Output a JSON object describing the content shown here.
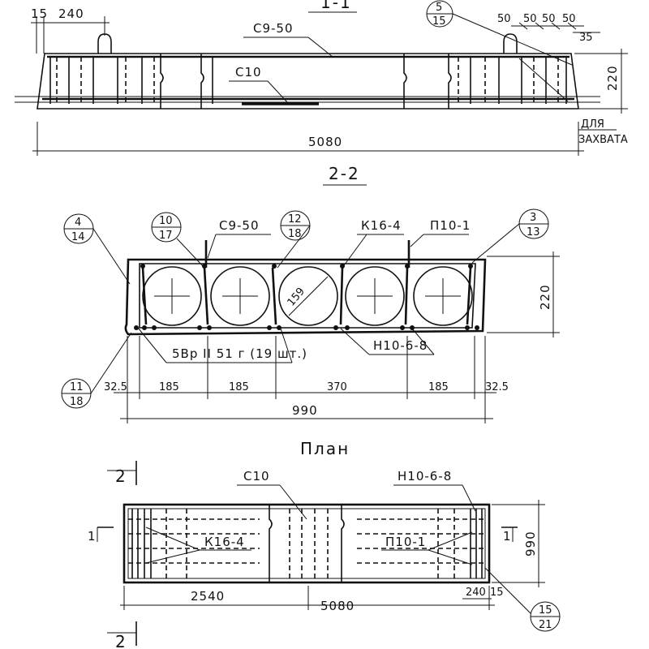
{
  "section_1": {
    "title": "1-1",
    "dim_15": "15",
    "dim_240": "240",
    "mesh_top": "С9-50",
    "mesh_bottom": "С10",
    "callout_top": "5",
    "callout_bottom": "15",
    "dims_50": [
      "50",
      "50",
      "50",
      "50"
    ],
    "dim_35": "35",
    "dim_height": "220",
    "dim_length": "5080",
    "note_line1": "ДЛЯ",
    "note_line2": "ЗАХВАТА"
  },
  "section_2": {
    "title": "2-2",
    "callouts": [
      {
        "top": "4",
        "bottom": "14"
      },
      {
        "top": "10",
        "bottom": "17"
      },
      {
        "top": "12",
        "bottom": "18"
      },
      {
        "top": "3",
        "bottom": "13"
      },
      {
        "top": "11",
        "bottom": "18"
      }
    ],
    "mesh_top": "С9-50",
    "frame": "К16-4",
    "bar_label": "П10-1",
    "hole_diameter": "159",
    "dim_height": "220",
    "strand_note": "5Вр II 51 г (19 шт.)",
    "mesh_bottom": "Н10-6-8",
    "dims_bottom": [
      "32.5",
      "185",
      "185",
      "370",
      "185",
      "32.5"
    ],
    "dim_width": "990"
  },
  "plan": {
    "title": "План",
    "cut_2": "2",
    "cut_1": "1",
    "mesh_mid": "С10",
    "mesh_right": "Н10-6-8",
    "frame": "К16-4",
    "bar_label": "П10-1",
    "dim_height": "990",
    "dim_half": "2540",
    "dim_length": "5080",
    "dim_240": "240",
    "dim_15": "15",
    "callout_top": "15",
    "callout_bottom": "21"
  }
}
